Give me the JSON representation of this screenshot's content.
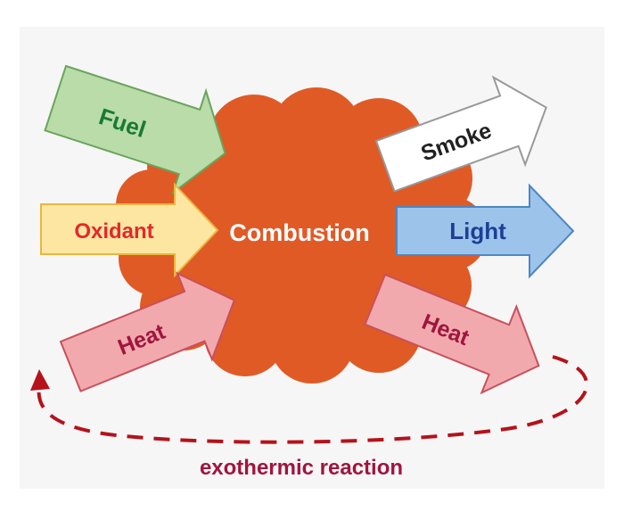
{
  "diagram": {
    "center_label": "Combustion",
    "inputs": {
      "fuel": "Fuel",
      "oxidant": "Oxidant",
      "heat": "Heat"
    },
    "outputs": {
      "smoke": "Smoke",
      "light": "Light",
      "heat": "Heat"
    },
    "loop_label": "exothermic reaction",
    "colors": {
      "cloud": "#e05a26",
      "fuel_fill": "#b9dca9",
      "fuel_text": "#1a7a34",
      "oxidant_fill": "#fde6a2",
      "oxidant_text": "#e8262a",
      "heat_fill": "#f2a9ae",
      "heat_text": "#a0153e",
      "smoke_fill": "#ffffff",
      "smoke_text": "#222222",
      "light_fill": "#9cc4ea",
      "light_text": "#1d3f96",
      "loop": "#b5121b"
    }
  }
}
